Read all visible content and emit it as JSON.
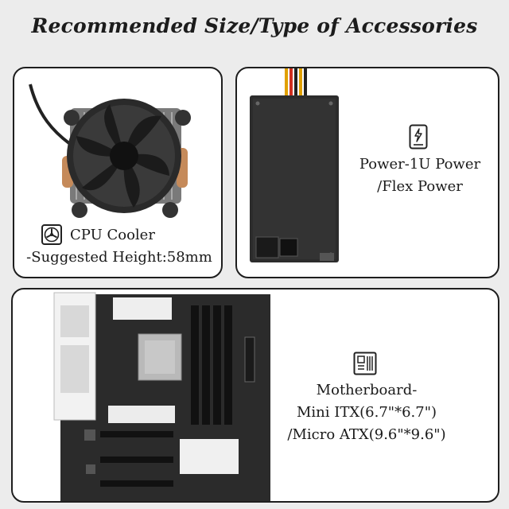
{
  "title": "Recommended Size/Type of Accessories",
  "panels": {
    "cpu": {
      "icon": "fan-icon",
      "line1": "CPU Cooler",
      "line2": "-Suggested Height:58mm"
    },
    "psu": {
      "icon": "power-supply-icon",
      "line1": "Power-1U Power",
      "line2": "/Flex Power"
    },
    "mb": {
      "icon": "motherboard-icon",
      "line1": "Motherboard-",
      "line2": "Mini ITX(6.7\"*6.7\")",
      "line3": "/Micro ATX(9.6\"*9.6\")"
    }
  }
}
